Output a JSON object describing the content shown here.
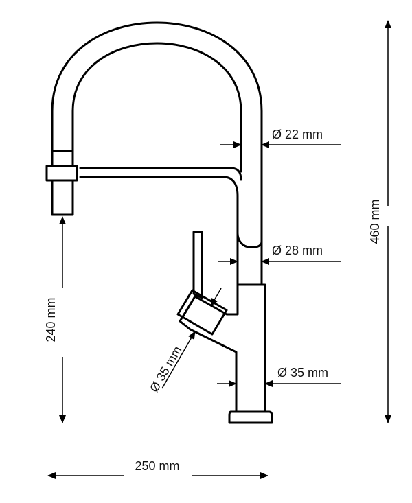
{
  "dimensions": {
    "spout_pipe_diameter": "Ø 22 mm",
    "body_upper_diameter": "Ø 28 mm",
    "handle_diameter": "Ø 35 mm",
    "base_diameter": "Ø 35 mm",
    "total_height": "460 mm",
    "outlet_height": "240 mm",
    "reach_width": "250 mm"
  },
  "colors": {
    "line": "#000000",
    "background": "#ffffff"
  }
}
